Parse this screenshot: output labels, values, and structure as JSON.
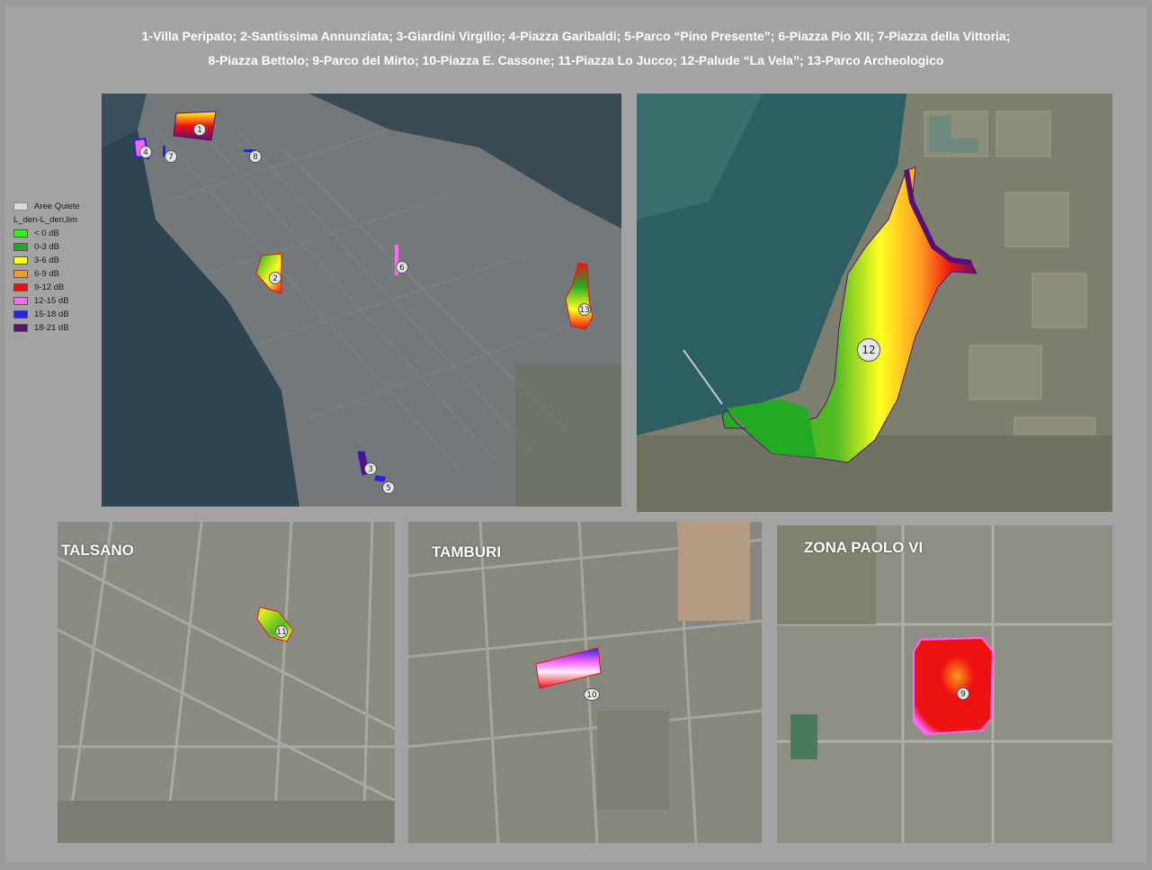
{
  "caption": {
    "line1": "1-Villa Peripato; 2-Santissima Annunziata; 3-Giardini Virgilio; 4-Piazza Garibaldi; 5-Parco “Pino Presente”; 6-Piazza Pio XII; 7-Piazza della Vittoria;",
    "line2": "8-Piazza Bettolo; 9-Parco del Mirto; 10-Piazza E. Cassone; 11-Piazza Lo Jucco; 12-Palude “La Vela”; 13-Parco Archeologico"
  },
  "legend": {
    "boundary_label": "Aree Quiete",
    "title": "L_den-L_den,lim",
    "classes": [
      {
        "label": "< 0 dB",
        "color": "#33ee22"
      },
      {
        "label": "0-3 dB",
        "color": "#22aa22"
      },
      {
        "label": "3-6 dB",
        "color": "#ffff22"
      },
      {
        "label": "6-9 dB",
        "color": "#ff9922"
      },
      {
        "label": "9-12 dB",
        "color": "#ee1111"
      },
      {
        "label": "12-15 dB",
        "color": "#ff66ff"
      },
      {
        "label": "15-18 dB",
        "color": "#2222ee"
      },
      {
        "label": "18-21 dB",
        "color": "#551177"
      }
    ]
  },
  "panels": {
    "talsano": {
      "title": "TALSANO"
    },
    "tamburi": {
      "title": "TAMBURI"
    },
    "paolo": {
      "title": "ZONA PAOLO VI"
    }
  },
  "markers": [
    "1",
    "2",
    "3",
    "4",
    "5",
    "6",
    "7",
    "8",
    "9",
    "10",
    "11",
    "12",
    "13"
  ]
}
